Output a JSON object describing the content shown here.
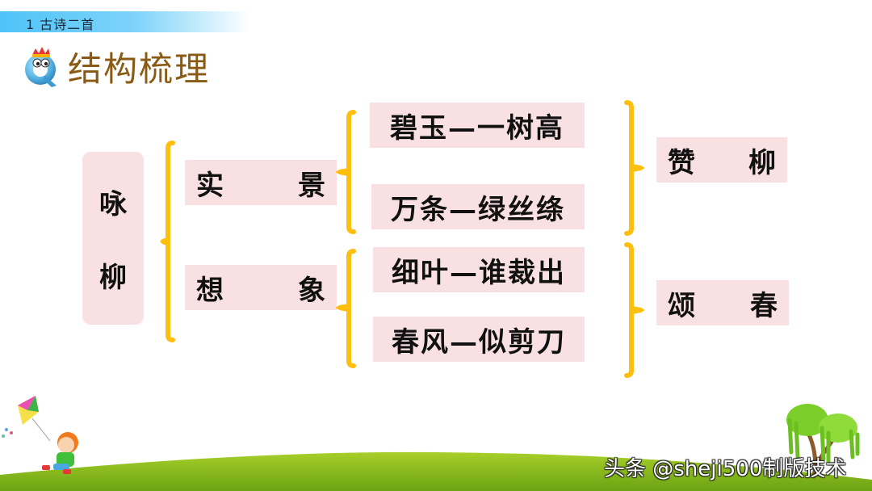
{
  "header": {
    "chapter": "1  古诗二首",
    "section_title": "结构梳理",
    "icon": "q-mascot-icon"
  },
  "diagram": {
    "root": {
      "chars": [
        "咏",
        "柳"
      ]
    },
    "level1": [
      {
        "left": "实",
        "right": "景"
      },
      {
        "left": "想",
        "right": "象"
      }
    ],
    "level2": [
      "碧玉—一树高",
      "万条—绿丝绦",
      "细叶—谁裁出",
      "春风—似剪刀"
    ],
    "level3": [
      {
        "left": "赞",
        "right": "柳"
      },
      {
        "left": "颂",
        "right": "春"
      }
    ],
    "colors": {
      "box_fill": "#f9e0e2",
      "brace": "#ffbf10",
      "title": "#8a5a14",
      "chapter_bar": "#4fc3f7"
    }
  },
  "decor": {
    "left_illustration": "kid-with-kite-icon",
    "right_illustration": "willow-tree-icon",
    "ground": "grass-hill"
  },
  "watermark": "头条 @sheji500制版技术"
}
